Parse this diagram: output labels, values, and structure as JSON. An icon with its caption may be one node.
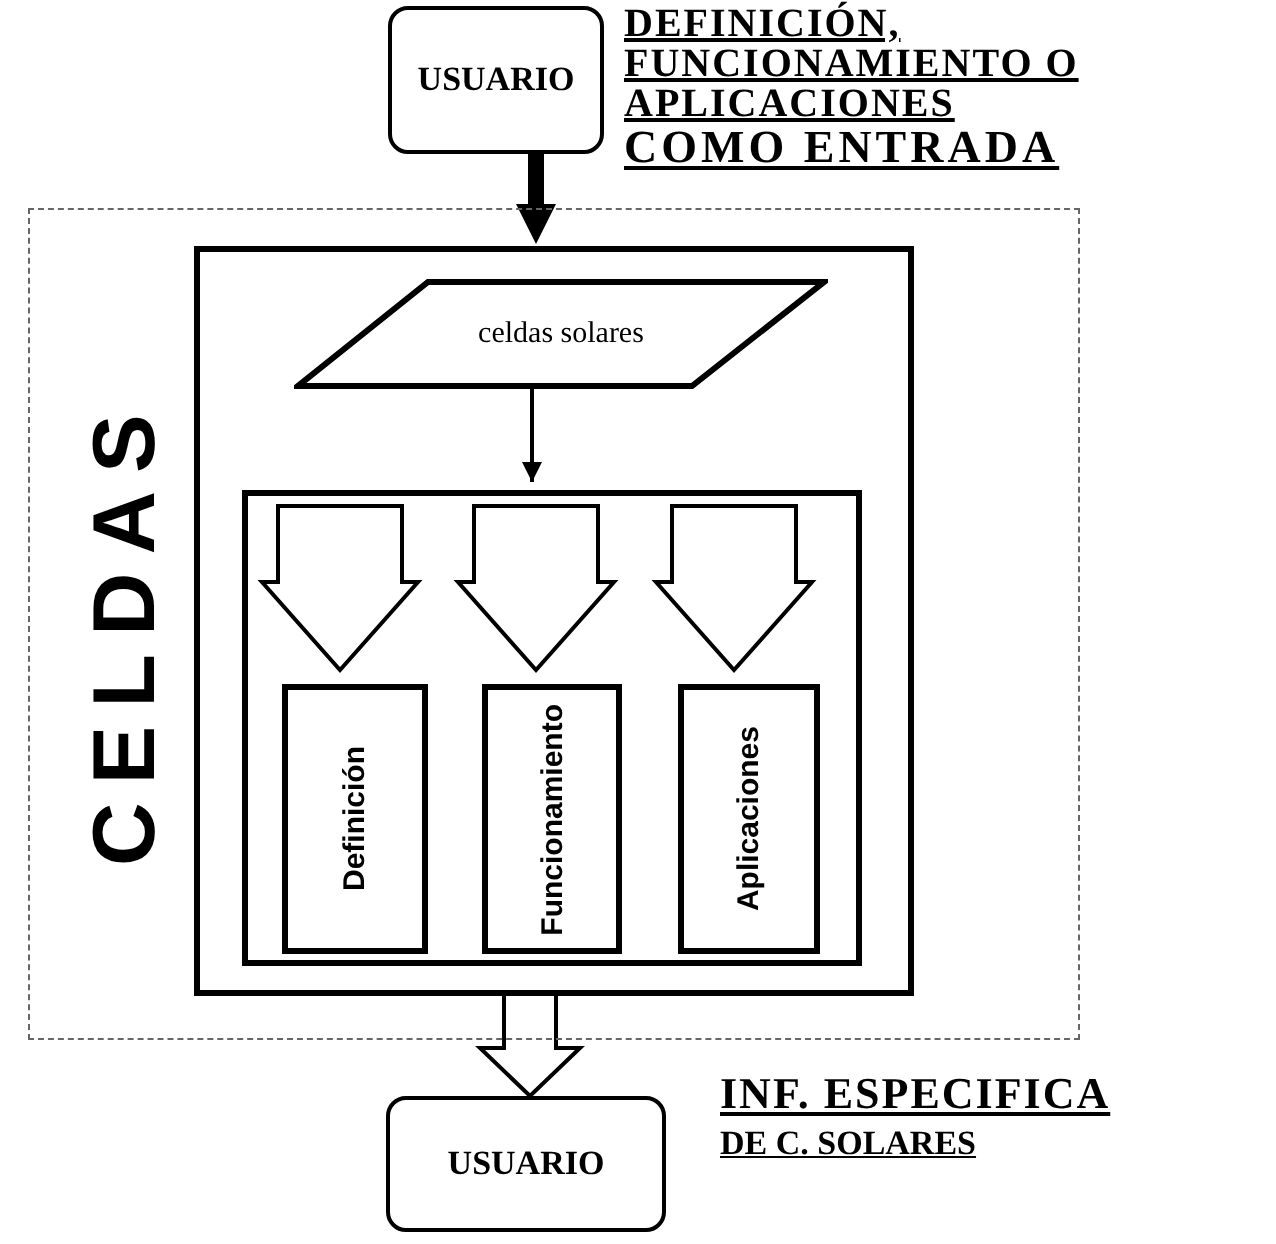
{
  "diagram": {
    "nodes": [
      {
        "text": [
          "USUARIO"
        ]
      },
      {
        "text": [
          "CELDAS"
        ]
      },
      {
        "text": [],
        "shape": "box",
        "in": 1
      },
      {
        "text": [
          "celdas solares"
        ],
        "in": 2
      },
      {
        "text": [],
        "shape": "box",
        "in": 2
      },
      {
        "text": [
          "Definición"
        ],
        "in": 4
      },
      {
        "text": [
          "Funcionamiento"
        ],
        "in": 4
      },
      {
        "text": [
          "Aplicaciones"
        ],
        "in": 4
      },
      {
        "text": [
          "USUARIO"
        ]
      }
    ],
    "edges": [
      {
        "from": 0,
        "to": 2,
        "arrow": "to",
        "style": "thick"
      },
      {
        "from": 3,
        "to": 4,
        "arrow": "to"
      },
      {
        "from": null,
        "to": 5,
        "arrow": "to",
        "style": "thick"
      },
      {
        "from": null,
        "to": 6,
        "arrow": "to",
        "style": "thick"
      },
      {
        "from": null,
        "to": 7,
        "arrow": "to",
        "style": "thick"
      },
      {
        "from": 2,
        "to": 8,
        "arrow": "to",
        "style": "thick"
      }
    ],
    "labels": [
      "DEFINICIÓN, FUNCIONAMIENTO O APLICACIONES",
      "COMO ENTRADA",
      "INF. ESPECIFICA",
      "DE C. SOLARES"
    ]
  }
}
